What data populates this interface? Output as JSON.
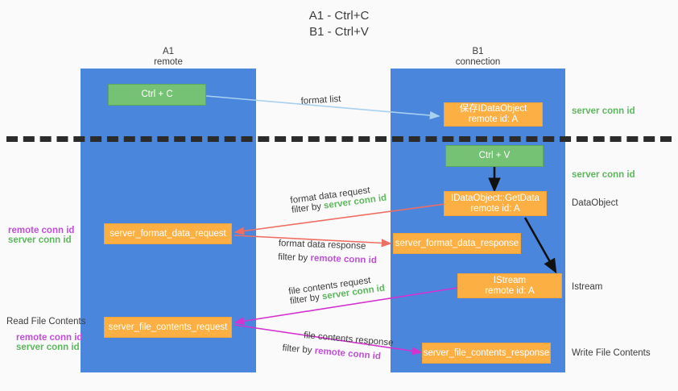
{
  "title": {
    "line1": "A1 - Ctrl+C",
    "line2": "B1 - Ctrl+V"
  },
  "columns": [
    {
      "name": "A1",
      "sub": "remote"
    },
    {
      "name": "B1",
      "sub": "connection"
    }
  ],
  "nodes": {
    "ctrl_c": "Ctrl + C",
    "ctrl_v": "Ctrl + V",
    "idataobject": {
      "line1": "保存IDataObject",
      "line2": "remote id: A"
    },
    "getdata": {
      "line1": "IDataObject::GetData",
      "line2": "remote id: A"
    },
    "istream": {
      "line1": "IStream",
      "line2": "remote id: A"
    },
    "server_format_data_request": "server_format_data_request",
    "server_format_data_response": "server_format_data_response",
    "server_file_contents_request": "server_file_contents_request",
    "server_file_contents_response": "server_file_contents_response"
  },
  "edge_labels": {
    "format_list": "format list",
    "format_data_request": "format data request",
    "format_data_response": "format data response",
    "file_contents_request": "file contents request",
    "file_contents_response": "file contents response",
    "filter_by": "filter by ",
    "server_conn_id": "server conn id",
    "remote_conn_id": "remote conn id"
  },
  "side_labels": {
    "right_server_conn_1": "server conn id",
    "right_server_conn_2": "server conn id",
    "dataobject": "DataObject",
    "istream": "Istream",
    "write_file_contents": "Write File Contents",
    "read_file_contents": "Read File Contents",
    "remote_conn_id": "remote conn id",
    "server_conn_id": "server conn id"
  },
  "colors": {
    "column_blue": "#4a86dc",
    "green_box": "#76c274",
    "orange_box": "#fcb044",
    "green_text": "#5cb85c",
    "purple_text": "#c04fd8",
    "arrow_blue": "#a8d0ef",
    "arrow_red": "#ef6e63",
    "arrow_magenta": "#d433cf",
    "arrow_black": "#111111"
  }
}
